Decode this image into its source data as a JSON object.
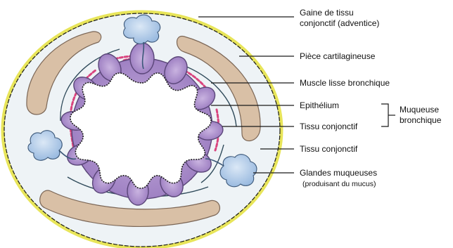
{
  "labels": {
    "adventice_line1": "Gaine de tissu",
    "adventice_line2": "conjonctif (adventice)",
    "cartilage": "Pièce cartilagineuse",
    "muscle": "Muscle lisse bronchique",
    "epithelium": "Epithélium",
    "tissu_conjonctif_inner": "Tissu conjonctif",
    "muqueuse_line1": "Muqueuse",
    "muqueuse_line2": "bronchique",
    "tissu_conjonctif_outer": "Tissu conjonctif",
    "glandes_line1": "Glandes muqueuses",
    "glandes_line2": "(produisant du mucus)"
  },
  "colors": {
    "outer_sheath": "#e8e55a",
    "connective_fill": "#eef3f6",
    "cartilage_fill": "#d9c0a6",
    "cartilage_edge": "#7b6656",
    "mucosa_fill": "#a98cc9",
    "muscle_fibers": "#d9457f",
    "gland_fill": "#a8c4e4",
    "ink": "#1a1a1a"
  }
}
